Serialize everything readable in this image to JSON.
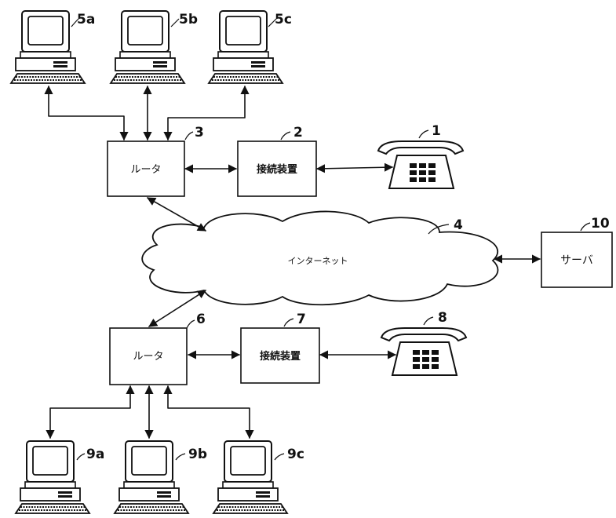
{
  "labels": {
    "pc_5a": "5a",
    "pc_5b": "5b",
    "pc_5c": "5c",
    "pc_9a": "9a",
    "pc_9b": "9b",
    "pc_9c": "9c",
    "router_top_ref": "3",
    "router_bottom_ref": "6",
    "connector_top_ref": "2",
    "connector_bottom_ref": "7",
    "phone_top_ref": "1",
    "phone_bottom_ref": "8",
    "internet_ref": "4",
    "server_ref": "10"
  },
  "nodes": {
    "router_top": "ルータ",
    "router_bottom": "ルータ",
    "connector_top": "接続装置",
    "connector_bottom": "接続装置",
    "internet": "インターネット",
    "server": "サーバ"
  },
  "colors": {
    "ink": "#111111",
    "background": "#ffffff"
  }
}
